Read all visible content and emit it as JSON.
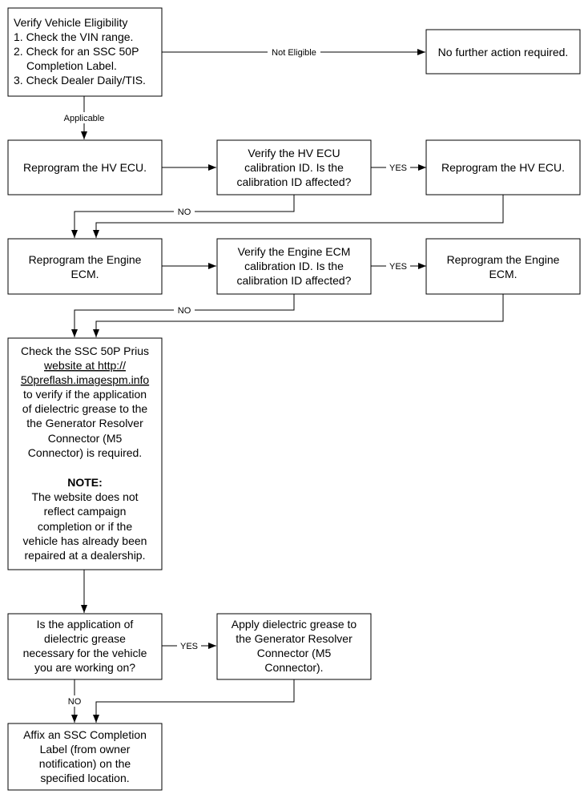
{
  "nodes": {
    "eligibility": {
      "lines": [
        "Verify Vehicle Eligibility",
        "1. Check the VIN range.",
        "2. Check for an SSC 50P",
        "Completion Label.",
        "3. Check Dealer Daily/TIS."
      ]
    },
    "no_action": {
      "lines": [
        "No further action required."
      ]
    },
    "reprogram_hv_1": {
      "lines": [
        "Reprogram the HV ECU."
      ]
    },
    "verify_hv": {
      "lines": [
        "Verify the HV ECU",
        "calibration ID. Is the",
        "calibration ID affected?"
      ]
    },
    "reprogram_hv_2": {
      "lines": [
        "Reprogram the HV ECU."
      ]
    },
    "reprogram_ecm_1": {
      "lines": [
        "Reprogram the Engine",
        "ECM."
      ]
    },
    "verify_ecm": {
      "lines": [
        "Verify the Engine ECM",
        "calibration ID. Is the",
        "calibration ID affected?"
      ]
    },
    "reprogram_ecm_2": {
      "lines": [
        "Reprogram the Engine",
        "ECM."
      ]
    },
    "check_website": {
      "lines": [
        "Check the SSC 50P Prius",
        "website at http://",
        "50preflash.imagespm.info",
        "to verify if the application",
        "of dielectric grease to the",
        "the Generator Resolver",
        "Connector (M5",
        "Connector) is required."
      ],
      "note_label": "NOTE:",
      "note_lines": [
        "The website does not",
        "reflect campaign",
        "completion or if the",
        "vehicle has already been",
        "repaired at a dealership."
      ]
    },
    "grease_question": {
      "lines": [
        "Is the application of",
        "dielectric grease",
        "necessary for the vehicle",
        "you are working on?"
      ]
    },
    "apply_grease": {
      "lines": [
        "Apply dielectric grease to",
        "the Generator Resolver",
        "Connector (M5",
        "Connector)."
      ]
    },
    "affix_label": {
      "lines": [
        "Affix an SSC Completion",
        "Label (from owner",
        "notification) on the",
        "specified location."
      ]
    }
  },
  "edges": {
    "not_eligible": "Not Eligible",
    "applicable": "Applicable",
    "yes_hv": "YES",
    "no_hv": "NO",
    "yes_ecm": "YES",
    "no_ecm": "NO",
    "yes_grease": "YES",
    "no_grease": "NO"
  }
}
